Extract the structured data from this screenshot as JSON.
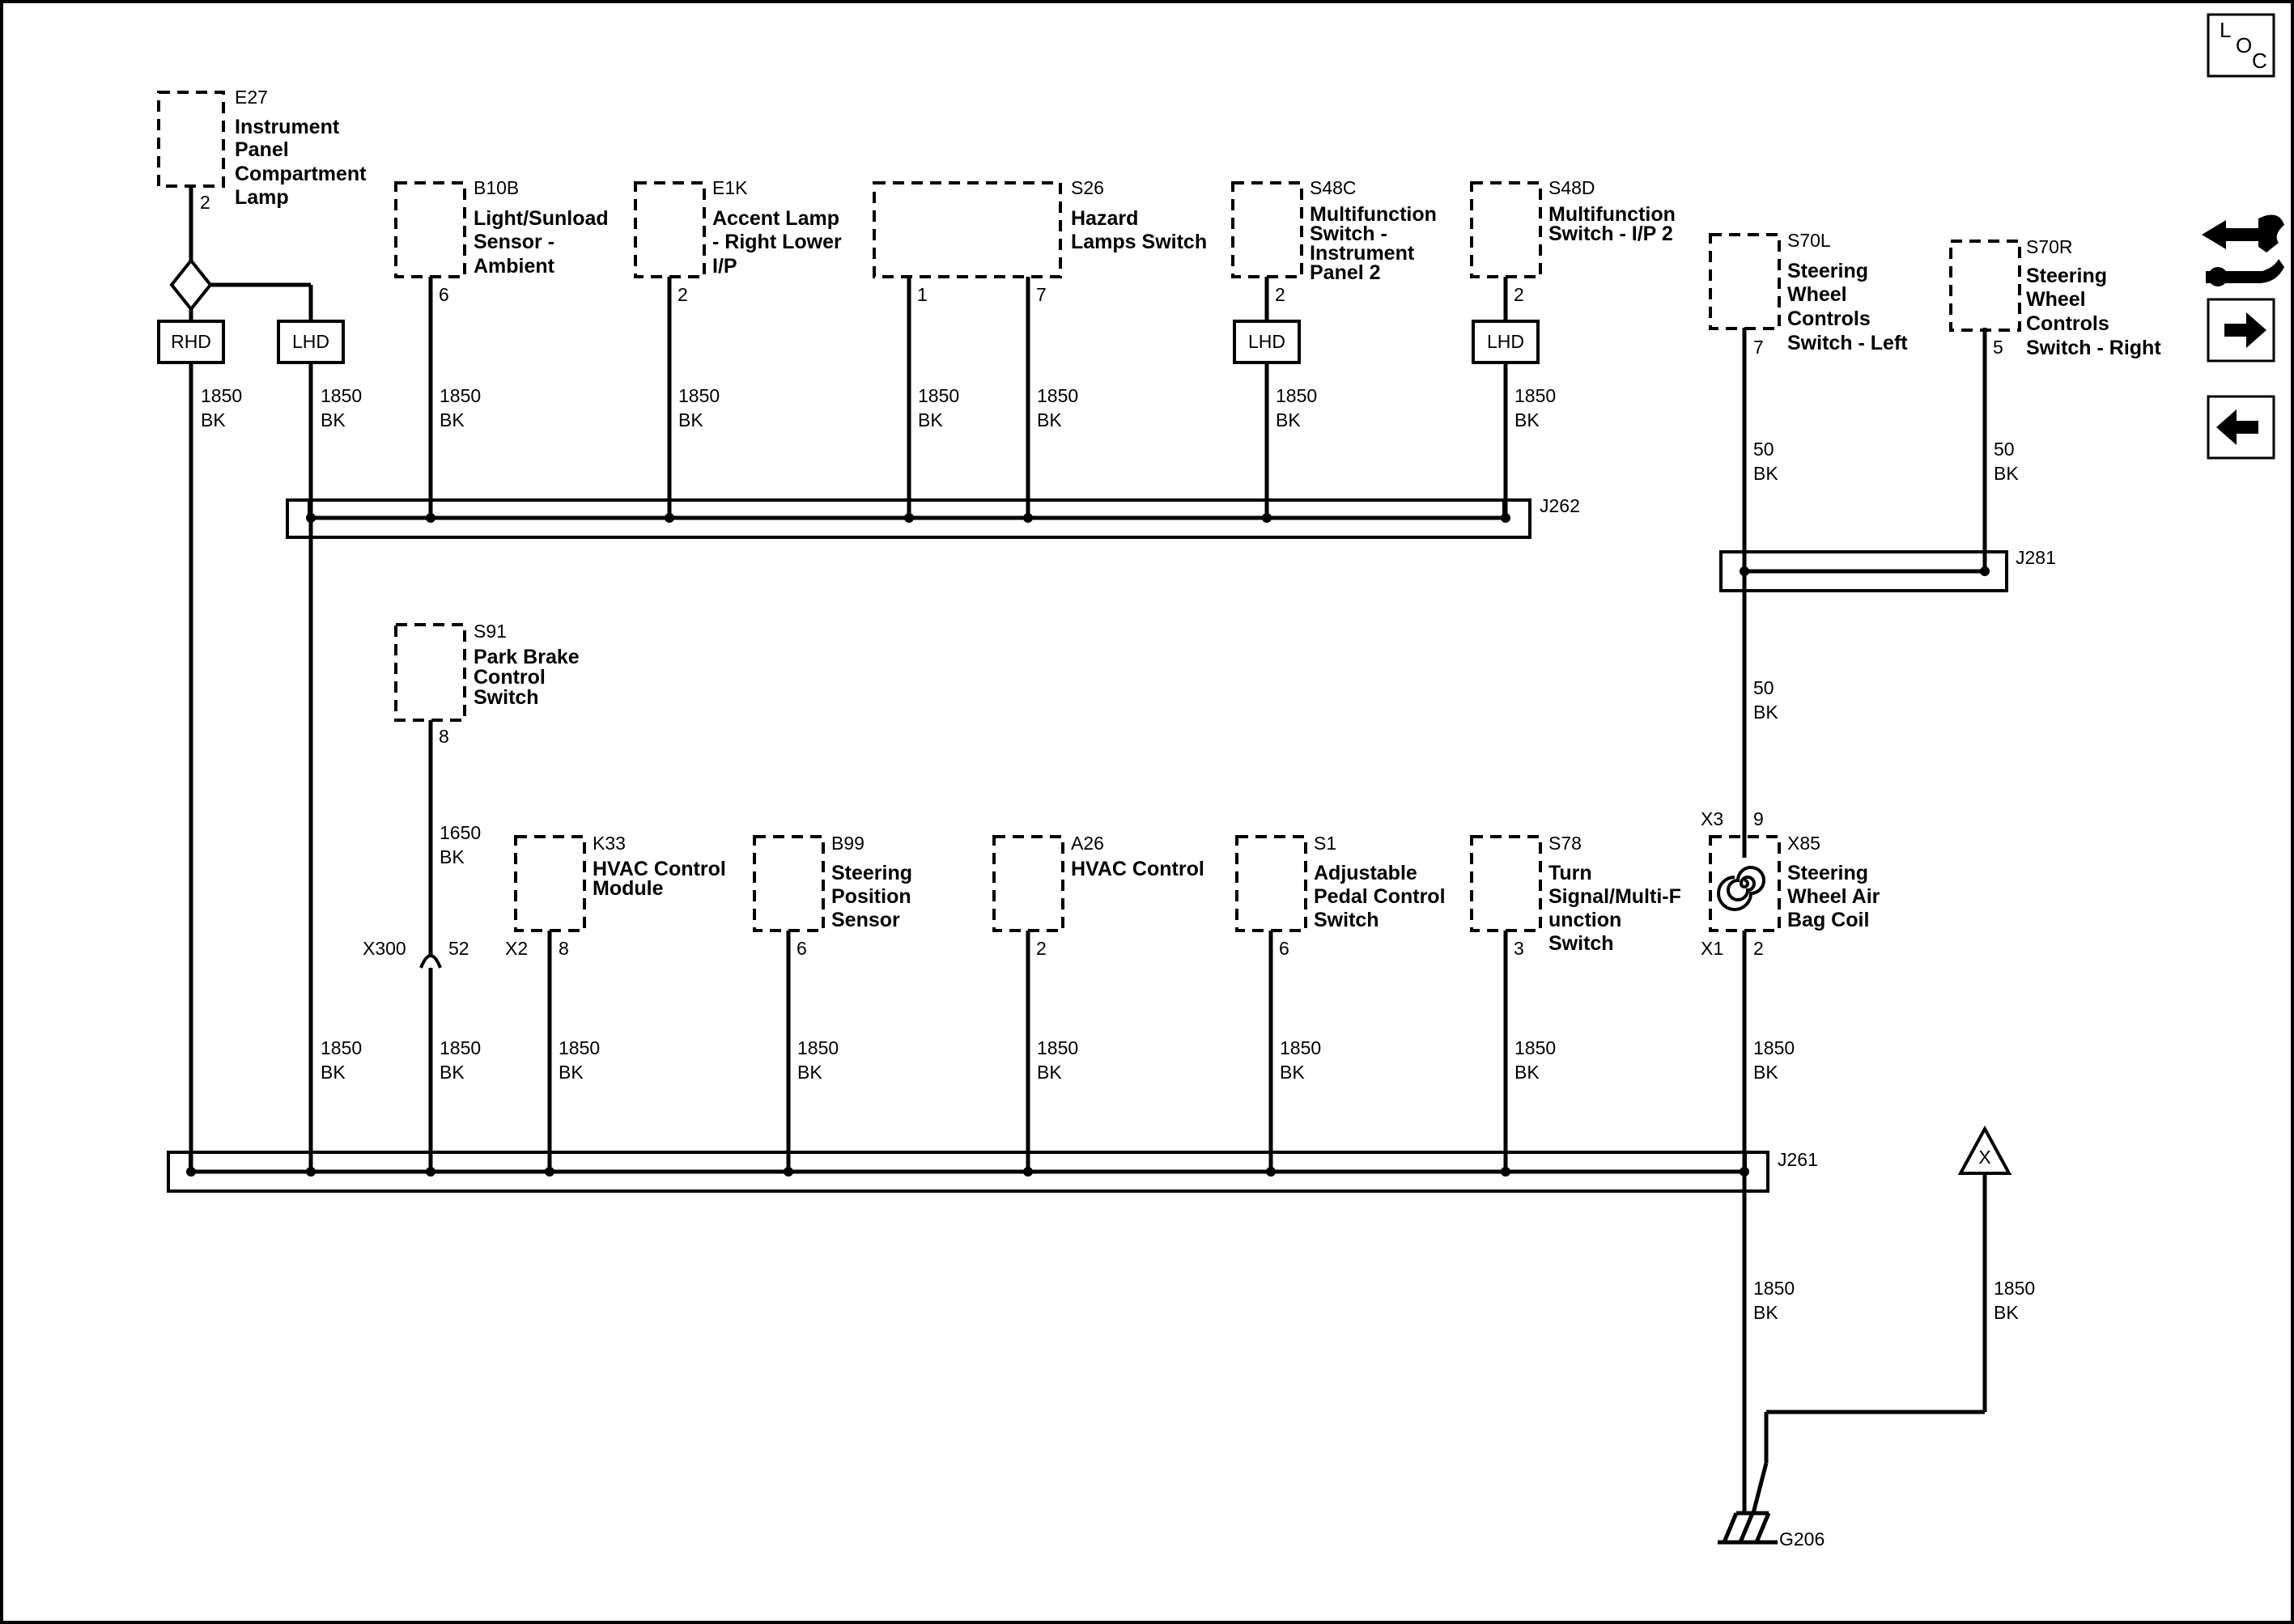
{
  "nav": {
    "loc_letters": [
      "L",
      "O",
      "C"
    ],
    "buttons": [
      "wiring-harness-icon",
      "arrow-right-icon",
      "arrow-left-icon"
    ]
  },
  "components": {
    "E27": {
      "ref": "E27",
      "name": [
        "Instrument",
        "Panel",
        "Compartment",
        "Lamp"
      ],
      "pins": [
        "2"
      ]
    },
    "B10B": {
      "ref": "B10B",
      "name": [
        "Light/Sunload",
        "Sensor -",
        "Ambient"
      ],
      "pins": [
        "6"
      ]
    },
    "E1K": {
      "ref": "E1K",
      "name": [
        "Accent Lamp",
        "- Right Lower",
        "I/P"
      ],
      "pins": [
        "2"
      ]
    },
    "S26": {
      "ref": "S26",
      "name": [
        "Hazard",
        "Lamps Switch"
      ],
      "pins": [
        "1",
        "7"
      ]
    },
    "S48C": {
      "ref": "S48C",
      "name": [
        "Multifunction",
        "Switch -",
        "Instrument",
        "Panel 2"
      ],
      "pins": [
        "2"
      ]
    },
    "S48D": {
      "ref": "S48D",
      "name": [
        "Multifunction",
        "Switch - I/P 2"
      ],
      "pins": [
        "2"
      ]
    },
    "S70L": {
      "ref": "S70L",
      "name": [
        "Steering",
        "Wheel",
        "Controls",
        "Switch - Left"
      ],
      "pins": [
        "7"
      ]
    },
    "S70R": {
      "ref": "S70R",
      "name": [
        "Steering",
        "Wheel",
        "Controls",
        "Switch - Right"
      ],
      "pins": [
        "5"
      ]
    },
    "S91": {
      "ref": "S91",
      "name": [
        "Park Brake",
        "Control",
        "Switch"
      ],
      "pins": [
        "8"
      ]
    },
    "K33": {
      "ref": "K33",
      "name": [
        "HVAC Control",
        "Module"
      ],
      "pins": [
        "8"
      ],
      "connector": "X2"
    },
    "B99": {
      "ref": "B99",
      "name": [
        "Steering",
        "Position",
        "Sensor"
      ],
      "pins": [
        "6"
      ]
    },
    "A26": {
      "ref": "A26",
      "name": [
        "HVAC Control"
      ],
      "pins": [
        "2"
      ]
    },
    "S1": {
      "ref": "S1",
      "name": [
        "Adjustable",
        "Pedal Control",
        "Switch"
      ],
      "pins": [
        "6"
      ]
    },
    "S78": {
      "ref": "S78",
      "name": [
        "Turn",
        "Signal/Multi-F",
        "unction",
        "Switch"
      ],
      "pins": [
        "3"
      ]
    },
    "X85": {
      "ref": "X85",
      "name": [
        "Steering",
        "Wheel Air",
        "Bag Coil"
      ],
      "pins_top": {
        "connector": "X3",
        "pin": "9"
      },
      "pins_bottom": {
        "connector": "X1",
        "pin": "2"
      }
    }
  },
  "options": {
    "rhd": "RHD",
    "lhd": "LHD"
  },
  "splices": {
    "J262": "J262",
    "J281": "J281",
    "J261": "J261"
  },
  "inline_connector": {
    "ref": "X300",
    "pin": "52"
  },
  "ground": {
    "ref": "G206"
  },
  "offpage": {
    "label": "X"
  },
  "wires": {
    "w1850": [
      "1850",
      "BK"
    ],
    "w50": [
      "50",
      "BK"
    ],
    "w1650": [
      "1650",
      "BK"
    ]
  }
}
